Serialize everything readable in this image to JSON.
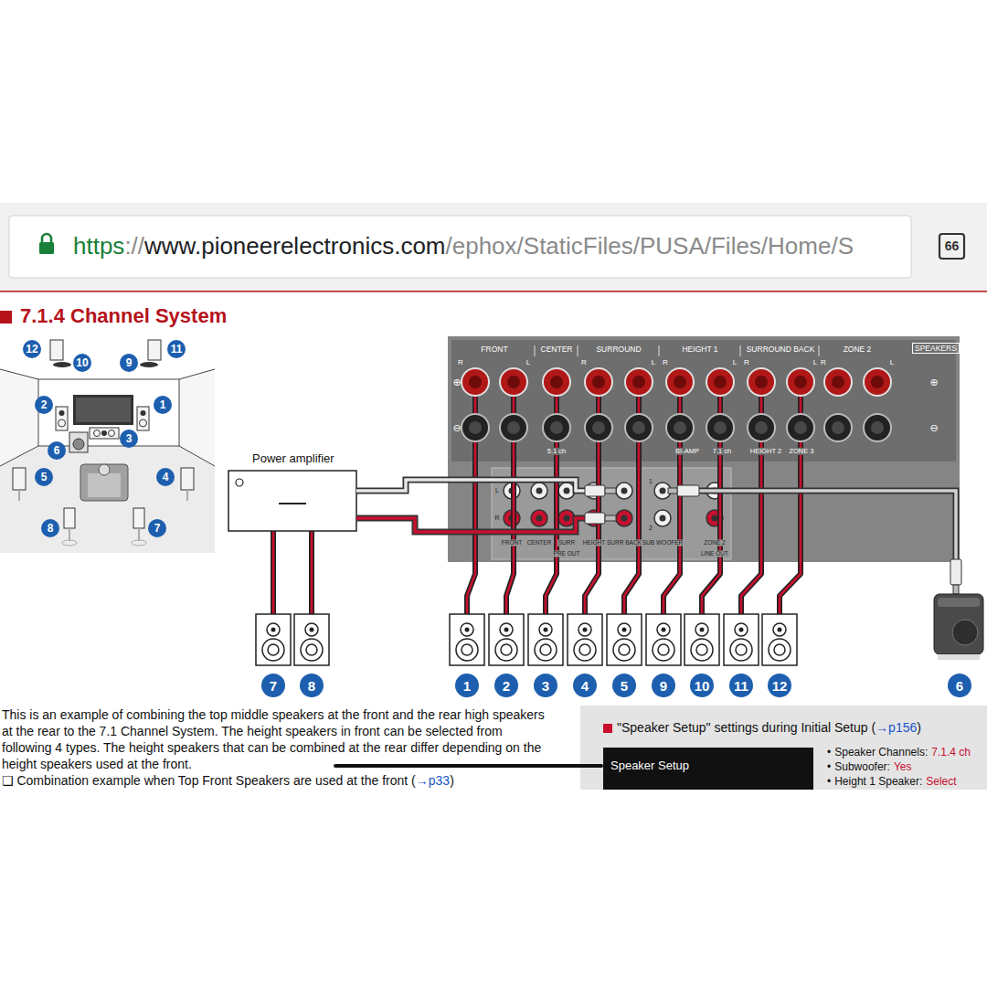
{
  "diagram": {
    "title": "7.1.4 Channel System",
    "nodes": [
      {
        "text": [
          "https",
          "://",
          "www.pioneerelectronics.com",
          "/ephox/StaticFiles/PUSA/Files/Home/S"
        ]
      },
      {
        "text": [
          "66"
        ]
      },
      {
        "text": [
          "SPEAKERS"
        ]
      },
      {
        "text": [
          "Power amplifier"
        ]
      },
      {
        "text": [
          "\"Speaker Setup\" settings during Initial Setup (",
          "→p156",
          ")",
          "•",
          "Speaker Channels:",
          "7.1.4 ch",
          "•",
          "Subwoofer:",
          "Yes",
          "•",
          "Height 1 Speaker:",
          "Select"
        ]
      },
      {
        "text": [
          "Speaker Setup"
        ],
        "in": 4
      }
    ],
    "edges": [
      {
        "from": 2,
        "to": 3,
        "arrow": "none"
      },
      {
        "from": 2,
        "to": 3,
        "arrow": "none"
      }
    ],
    "labels": [
      "12",
      "10",
      "9",
      "11",
      "2",
      "1",
      "3",
      "6",
      "5",
      "4",
      "8",
      "7",
      "FRONT",
      "CENTER",
      "SURROUND",
      "HEIGHT 1",
      "SURROUND BACK",
      "ZONE 2",
      "R",
      "L",
      "R",
      "L",
      "R",
      "L",
      "R",
      "L",
      "R",
      "L",
      "⊕",
      "⊖",
      "⊕",
      "⊖",
      "5.1 ch",
      "BI-AMP",
      "7.1 ch",
      "HEIGHT 2",
      "ZONE 3",
      "L",
      "R",
      "FRONT",
      "CENTER",
      "SURR",
      "HEIGHT",
      "SURR BACK",
      "SUB WOOFER",
      "1",
      "2",
      "ZONE 2",
      "PRE OUT",
      "LINE OUT",
      "7",
      "8",
      "1",
      "2",
      "3",
      "4",
      "5",
      "9",
      "10",
      "11",
      "12",
      "6",
      "This is an example of combining the top middle speakers at the front and the rear high speakers at the rear to the 7.1 Channel System. The height speakers in front can be selected from following 4 types. The height speakers that can be combined at the rear differ depending on the height speakers used at the front.",
      "❑ Combination example when Top Front Speakers are used at the front (",
      "→p33",
      ")"
    ]
  }
}
